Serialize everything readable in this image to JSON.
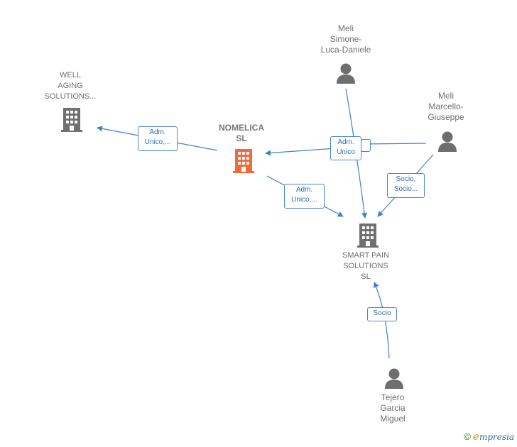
{
  "nodes": {
    "well_aging": {
      "lines": [
        "WELL",
        "AGING",
        "SOLUTIONS..."
      ]
    },
    "nomelica": {
      "lines": [
        "NOMELICA",
        "SL"
      ]
    },
    "smart_pain": {
      "lines": [
        "SMART PAIN",
        "SOLUTIONS",
        "SL"
      ]
    },
    "meli_simone": {
      "lines": [
        "Meli",
        "Simone-",
        "Luca-Daniele"
      ]
    },
    "meli_marcello": {
      "lines": [
        "Meli",
        "Marcello-",
        "Giuseppe"
      ]
    },
    "tejero": {
      "lines": [
        "Tejero",
        "Garcia",
        "Miguel"
      ]
    }
  },
  "edges": {
    "nomelica_to_well": {
      "lines": [
        "Adm.",
        "Unico,..."
      ]
    },
    "nomelica_to_smart": {
      "lines": [
        "Adm.",
        "Unico,..."
      ]
    },
    "simone_to_nomelica": {
      "lines": [
        "Adm.",
        "Unico"
      ]
    },
    "marcello_to_smart": {
      "lines": [
        "Socio,",
        "Socio..."
      ]
    },
    "tejero_to_smart": {
      "lines": [
        "Socio"
      ]
    }
  },
  "colors": {
    "edge": "#3f7fcf",
    "company": "#707070",
    "focus_company": "#f26a3a",
    "person": "#6e6e6e"
  },
  "footer": {
    "copyright": "©",
    "brand_initial": "e",
    "brand_rest": "mpresia"
  }
}
